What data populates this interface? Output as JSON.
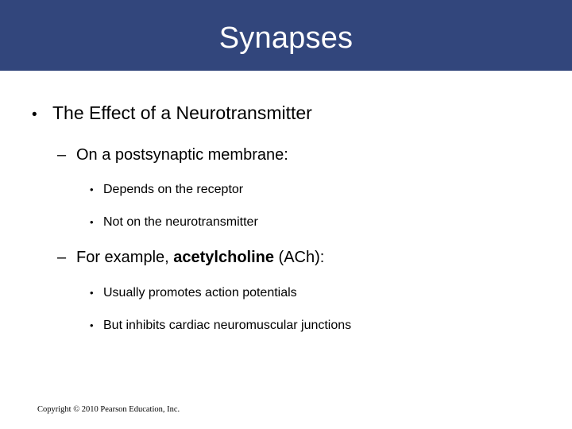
{
  "slide": {
    "title": "Synapses",
    "title_band_color": "#32467C",
    "title_text_color": "#FFFFFF",
    "background_color": "#FFFFFF",
    "body_text_color": "#000000"
  },
  "content": {
    "bullets": [
      {
        "level": 1,
        "marker": "•",
        "text": "The Effect of a Neurotransmitter"
      },
      {
        "level": 2,
        "marker": "–",
        "text": "On a postsynaptic membrane:"
      },
      {
        "level": 3,
        "marker": "•",
        "text": "Depends on the receptor"
      },
      {
        "level": 3,
        "marker": "•",
        "text": "Not on the neurotransmitter"
      },
      {
        "level": 2,
        "marker": "–",
        "text_before": "For example, ",
        "text_bold": "acetylcholine",
        "text_after": " (ACh):"
      },
      {
        "level": 3,
        "marker": "•",
        "text": "Usually promotes action potentials"
      },
      {
        "level": 3,
        "marker": "•",
        "text": "But inhibits cardiac neuromuscular junctions"
      }
    ]
  },
  "footer": {
    "copyright": "Copyright © 2010 Pearson Education, Inc."
  }
}
